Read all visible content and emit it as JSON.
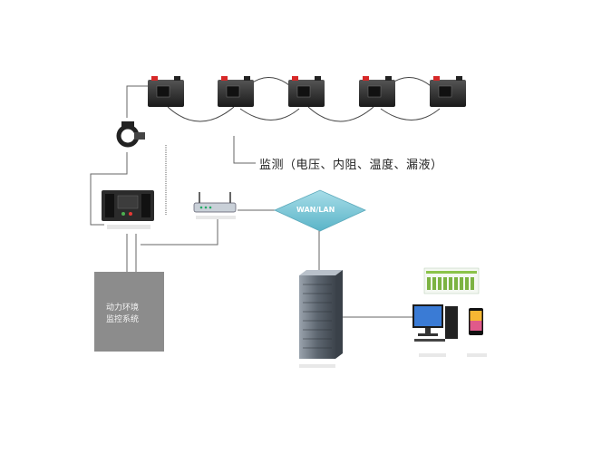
{
  "monitor_label": "监测（电压、内阻、温度、漏液）",
  "env_box_line1": "动力环境",
  "env_box_line2": "监控系统",
  "wan_label": "WAN/LAN",
  "batteries": [
    {
      "id": "b1"
    },
    {
      "id": "b2"
    },
    {
      "id": "b3"
    },
    {
      "id": "b4"
    },
    {
      "id": "b5"
    }
  ],
  "colors": {
    "battery_body": "#2a2a2a",
    "battery_terminal": "#d62828",
    "wan_cloud": "#7ec8d8",
    "env_box": "#8c8c8c",
    "line": "#555555",
    "server": "#6b7480"
  }
}
